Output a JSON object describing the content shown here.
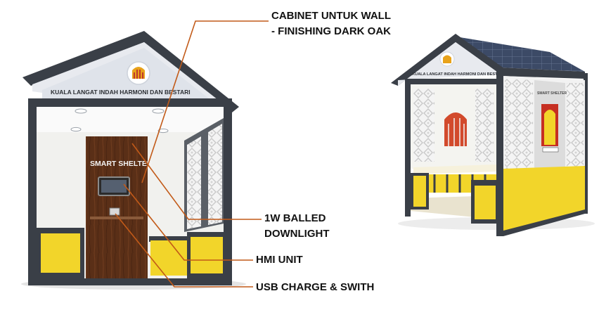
{
  "shelter_front": {
    "sign_text": "KUALA LANGAT INDAH HARMONI DAN BESTARI",
    "cabinet_label": "SMART SHELTER"
  },
  "shelter_side": {
    "sign_text": "KUALA LANGAT INDAH HARMONI DAN BESTARI",
    "panel_label": "SMART SHELTER"
  },
  "callouts": {
    "cabinet_line1": "CABINET UNTUK WALL",
    "cabinet_line2": "- FINISHING DARK OAK",
    "downlight_line1": "1W BALLED",
    "downlight_line2": "DOWNLIGHT",
    "hmi": "HMI UNIT",
    "usb": "USB CHARGE & SWITH"
  },
  "colors": {
    "frame": "#3a3f47",
    "yellow": "#f2d52a",
    "dark_oak": "#5a2f17",
    "leader_line": "#c25a18",
    "roof_panel": "#e8eaef",
    "solar": "#3c4a66"
  }
}
